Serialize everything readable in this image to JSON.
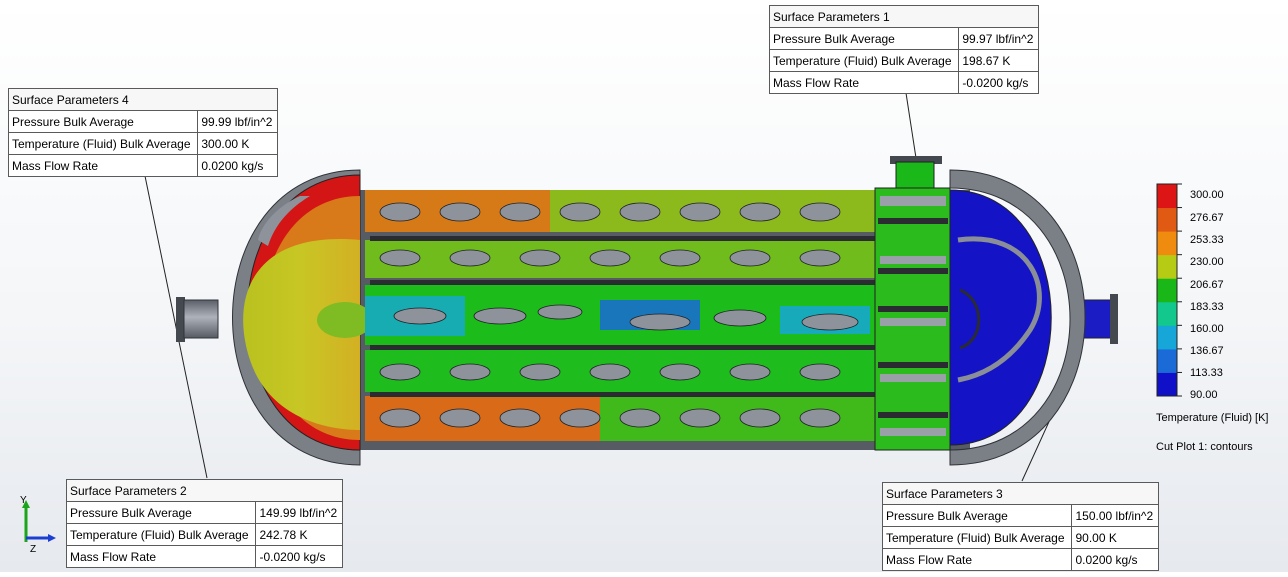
{
  "tables": [
    {
      "title": "Surface Parameters 1",
      "rows": [
        {
          "label": "Pressure Bulk Average",
          "value": "99.97 lbf/in^2"
        },
        {
          "label": "Temperature (Fluid) Bulk Average",
          "value": "198.67 K"
        },
        {
          "label": "Mass Flow Rate",
          "value": "-0.0200 kg/s"
        }
      ]
    },
    {
      "title": "Surface Parameters 4",
      "rows": [
        {
          "label": "Pressure Bulk Average",
          "value": "99.99 lbf/in^2"
        },
        {
          "label": "Temperature (Fluid) Bulk Average",
          "value": "300.00 K"
        },
        {
          "label": "Mass Flow Rate",
          "value": "0.0200 kg/s"
        }
      ]
    },
    {
      "title": "Surface Parameters 2",
      "rows": [
        {
          "label": "Pressure Bulk Average",
          "value": "149.99 lbf/in^2"
        },
        {
          "label": "Temperature (Fluid) Bulk Average",
          "value": "242.78 K"
        },
        {
          "label": "Mass Flow Rate",
          "value": "-0.0200 kg/s"
        }
      ]
    },
    {
      "title": "Surface Parameters 3",
      "rows": [
        {
          "label": "Pressure Bulk Average",
          "value": "150.00 lbf/in^2"
        },
        {
          "label": "Temperature (Fluid) Bulk Average",
          "value": "90.00 K"
        },
        {
          "label": "Mass Flow Rate",
          "value": "0.0200 kg/s"
        }
      ]
    }
  ],
  "legend": {
    "ticks": [
      "300.00",
      "276.67",
      "253.33",
      "230.00",
      "206.67",
      "183.33",
      "160.00",
      "136.67",
      "113.33",
      "90.00"
    ],
    "colors": [
      "#dd1515",
      "#e05a14",
      "#ef8c10",
      "#b6cc14",
      "#19b818",
      "#12c88c",
      "#16a7d8",
      "#1a6ad8",
      "#1010c8"
    ],
    "title": "Temperature (Fluid) [K]",
    "subtitle": "Cut Plot 1: contours"
  },
  "triad": {
    "y": "Y",
    "z": "Z"
  }
}
